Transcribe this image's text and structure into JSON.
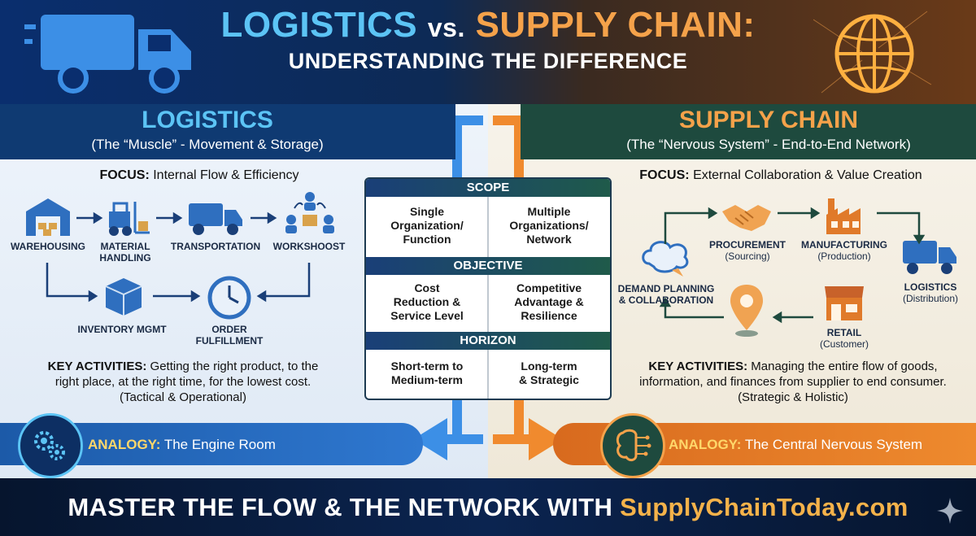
{
  "header": {
    "title_logistics": "LOGISTICS",
    "title_vs": "vs.",
    "title_supply": "SUPPLY CHAIN:",
    "subtitle": "UNDERSTANDING THE DIFFERENCE"
  },
  "logistics": {
    "title": "LOGISTICS",
    "subtitle": "(The “Muscle” - Movement & Storage)",
    "focus_label": "FOCUS:",
    "focus_text": "Internal Flow & Efficiency",
    "steps": {
      "warehousing": "WAREHOUSING",
      "material1": "MATERIAL",
      "material2": "HANDLING",
      "transportation": "TRANSPORTATION",
      "workshoost": "WORKSHOOST",
      "inventory": "INVENTORY MGMT",
      "order1": "ORDER",
      "order2": "FULFILLMENT"
    },
    "key_label": "KEY ACTIVITIES:",
    "key_text1": "Getting the right product, to the",
    "key_text2": "right place, at the right time, for the lowest cost.",
    "key_text3": "(Tactical & Operational)",
    "analogy_label": "ANALOGY:",
    "analogy_text": "The Engine Room"
  },
  "supply": {
    "title": "SUPPLY CHAIN",
    "subtitle": "(The “Nervous System” - End-to-End Network)",
    "focus_label": "FOCUS:",
    "focus_text": "External Collaboration & Value Creation",
    "steps": {
      "procurement": "PROCUREMENT",
      "procurement_sub": "(Sourcing)",
      "manufacturing": "MANUFACTURING",
      "manufacturing_sub": "(Production)",
      "logistics": "LOGISTICS",
      "logistics_sub": "(Distribution)",
      "retail": "RETAIL",
      "retail_sub": "(Customer)",
      "demand1": "DEMAND PLANNING",
      "demand2": "& COLLABORATION"
    },
    "key_label": "KEY ACTIVITIES:",
    "key_text1": "Managing the entire flow of goods,",
    "key_text2": "information, and finances from supplier to end consumer.",
    "key_text3": "(Strategic & Holistic)",
    "analogy_label": "ANALOGY:",
    "analogy_text": "The Central Nervous System"
  },
  "comparison": {
    "scope": {
      "header": "SCOPE",
      "left": [
        "Single",
        "Organization/",
        "Function"
      ],
      "right": [
        "Multiple",
        "Organizations/",
        "Network"
      ]
    },
    "objective": {
      "header": "OBJECTIVE",
      "left": [
        "Cost",
        "Reduction &",
        "Service Level"
      ],
      "right": [
        "Competitive",
        "Advantage &",
        "Resilience"
      ]
    },
    "horizon": {
      "header": "HORIZON",
      "left": [
        "Short-term to",
        "Medium-term"
      ],
      "right": [
        "Long-term",
        "& Strategic"
      ]
    }
  },
  "footer": {
    "text": "MASTER THE FLOW & THE NETWORK WITH ",
    "site": "SupplyChainToday.com"
  },
  "colors": {
    "logistics_accent": "#5cc4f5",
    "supply_accent": "#f5a24a",
    "logistics_dark": "#0f3a72",
    "supply_dark": "#1e4a3e"
  }
}
